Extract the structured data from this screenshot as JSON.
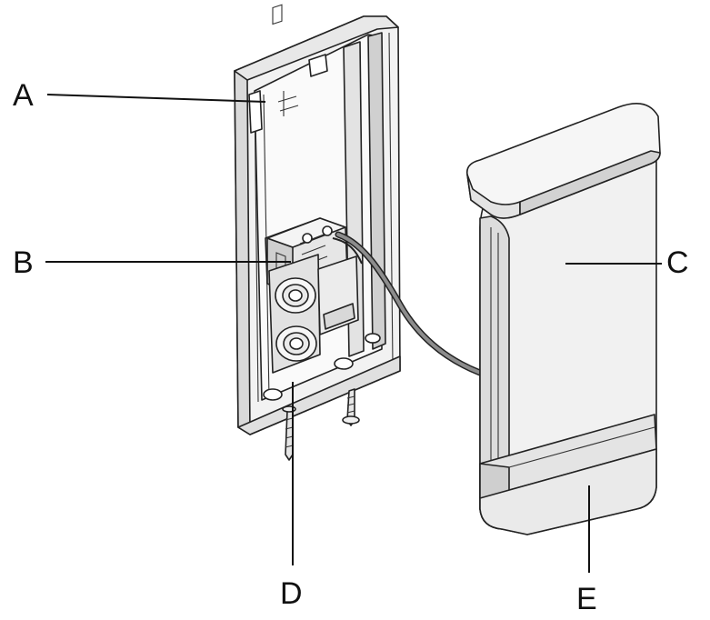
{
  "callouts": {
    "a": "A",
    "b": "B",
    "c": "C",
    "d": "D",
    "e": "E"
  },
  "colors": {
    "ink": "#222222",
    "housing_fill": "#f2f2f2",
    "shade_light": "#e6e6e6",
    "shade_mid": "#d4d4d4",
    "shade_dark": "#bdbdbd",
    "cable": "#8c8c8c"
  }
}
